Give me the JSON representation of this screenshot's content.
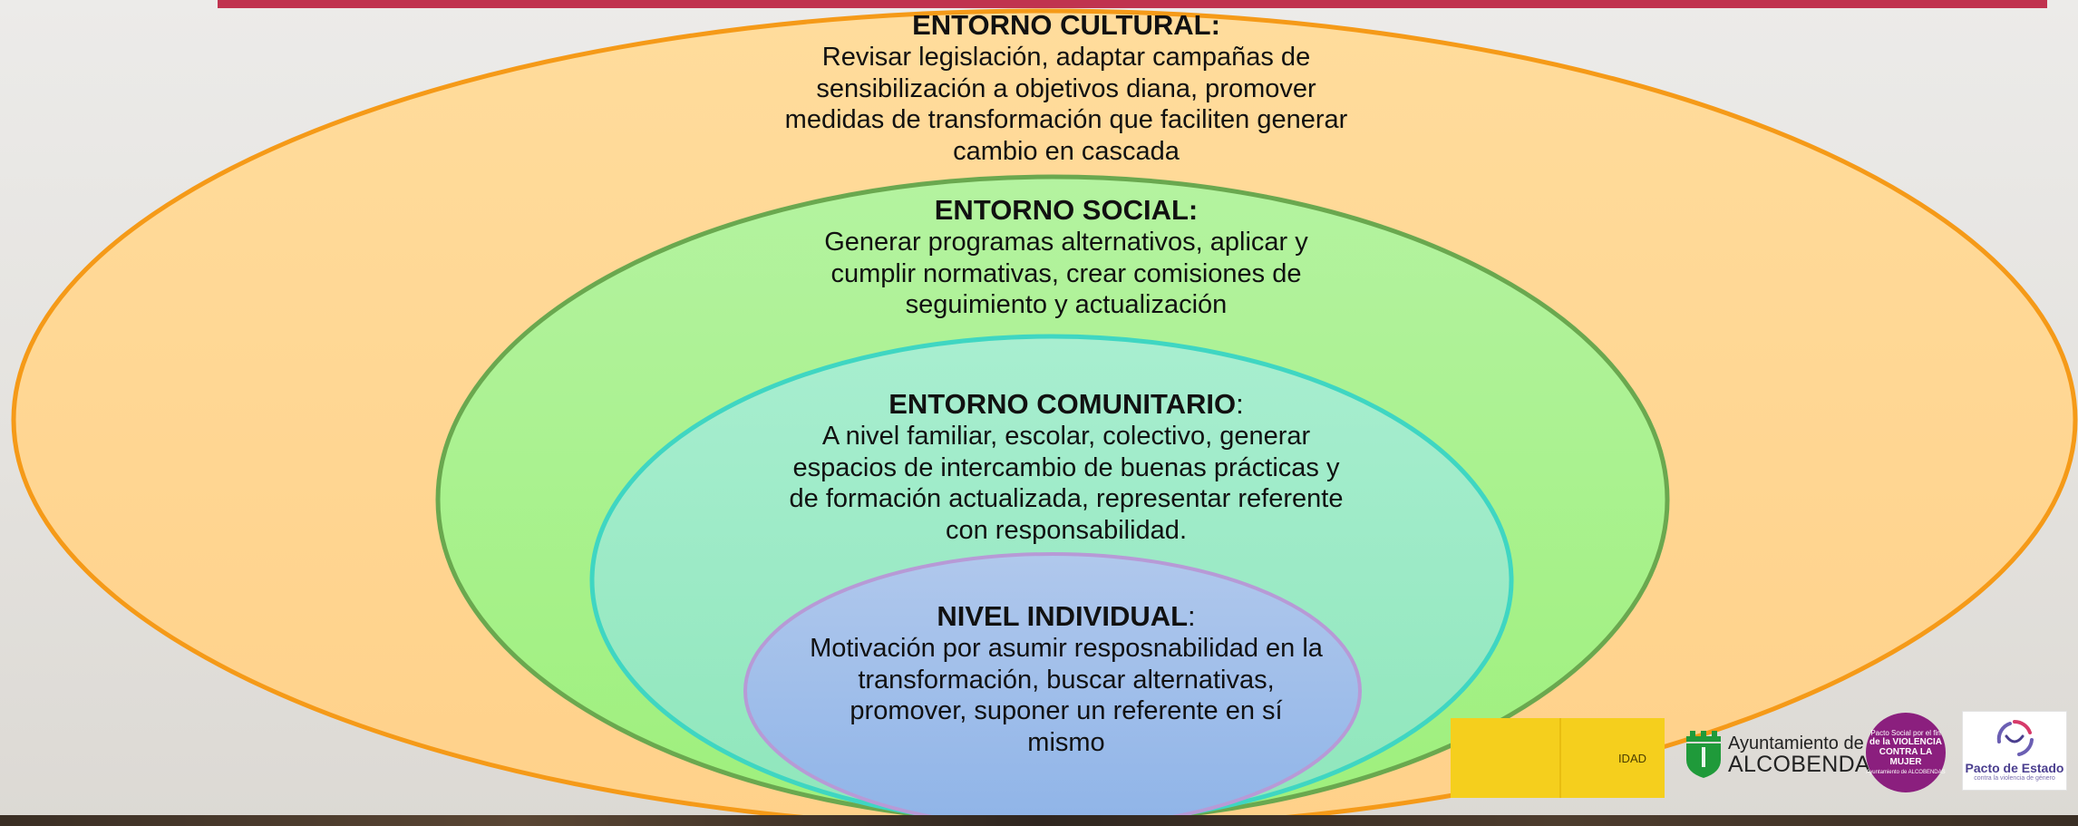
{
  "levels": {
    "cultural": {
      "title": "ENTORNO CULTURAL:",
      "body": [
        "Revisar legislación, adaptar campañas de",
        "sensibilización a objetivos diana, promover",
        "medidas de transformación que faciliten generar",
        "cambio en cascada"
      ],
      "color": "#ffd896"
    },
    "social": {
      "title": "ENTORNO SOCIAL:",
      "body": [
        "Generar programas alternativos, aplicar y",
        "cumplir normativas, crear comisiones de",
        "seguimiento y actualización"
      ],
      "color": "#a8f08e"
    },
    "comunitario": {
      "title": "ENTORNO COMUNITARIO",
      "title_tail": ":",
      "body": [
        "A nivel familiar, escolar, colectivo, generar",
        "espacios de intercambio de buenas prácticas y",
        "de formación actualizada, representar referente",
        "con responsabilidad."
      ],
      "color": "#a0ecc6"
    },
    "individual": {
      "title": "NIVEL INDIVIDUAL",
      "title_tail": ":",
      "body": [
        "Motivación por asumir resposnabilidad en la",
        "transformación, buscar alternativas,",
        "promover, suponer un referente en sí",
        "mismo"
      ],
      "color": "#9ebfe8"
    }
  },
  "logos": {
    "strip_text": "IDAD",
    "alcobendas_small": "Ayuntamiento de",
    "alcobendas_big": "ALCOBENDAS",
    "pacto_violencia": [
      "Pacto Social por el fin",
      "de la VIOLENCIA",
      "CONTRA LA MUJER",
      "Ayuntamiento de ALCOBENDAS"
    ],
    "pacto_estado_title": "Pacto de Estado",
    "pacto_estado_sub": "contra la violencia de género"
  },
  "colors": {
    "accent_rule": "#c0334f",
    "cultural_stroke": "#f59a18",
    "social_stroke": "#6aa84f",
    "comunitario_stroke": "#3fd6c2",
    "individual_stroke": "#b79ad6"
  }
}
